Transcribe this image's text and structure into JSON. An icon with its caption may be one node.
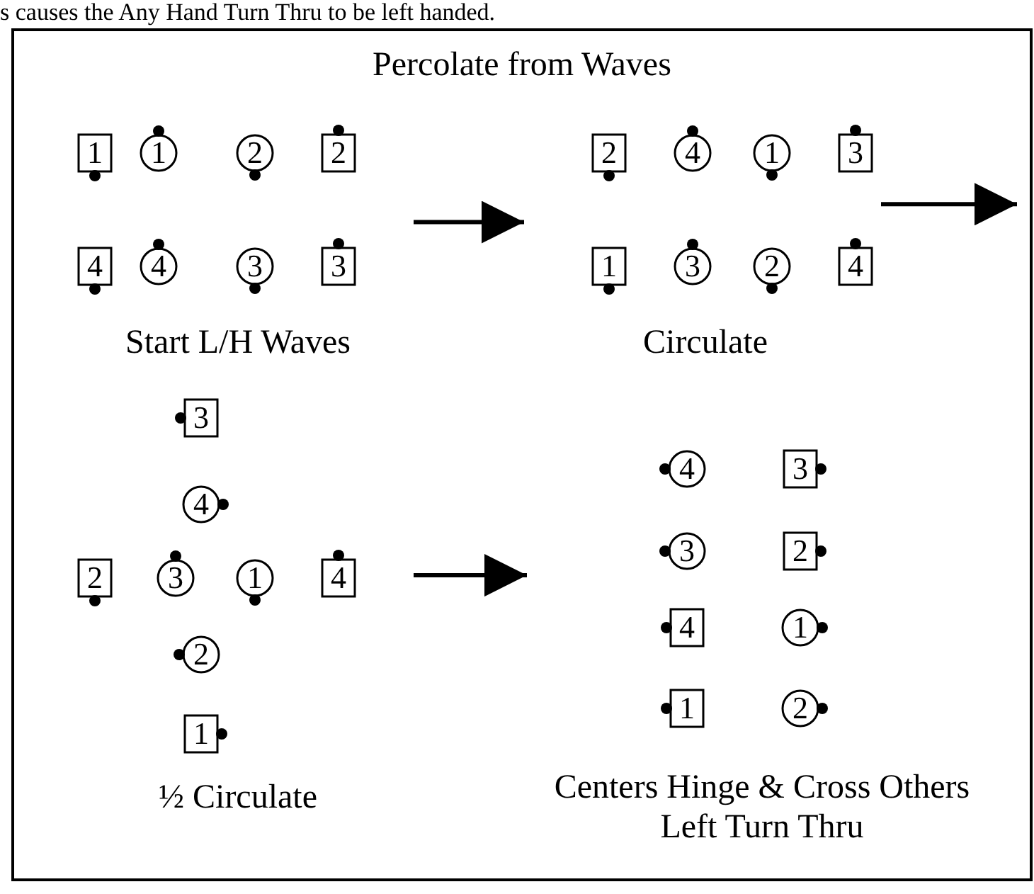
{
  "diagram": {
    "nodes": [
      {
        "text": [
          "Percolate from Waves"
        ]
      },
      {
        "text": [
          "Start L/H Waves"
        ],
        "in": 0
      },
      {
        "text": [
          "1"
        ],
        "in": 1
      },
      {
        "text": [
          "1"
        ],
        "in": 1
      },
      {
        "text": [
          "2"
        ],
        "in": 1
      },
      {
        "text": [
          "2"
        ],
        "in": 1
      },
      {
        "text": [
          "4"
        ],
        "in": 1
      },
      {
        "text": [
          "4"
        ],
        "in": 1
      },
      {
        "text": [
          "3"
        ],
        "in": 1
      },
      {
        "text": [
          "3"
        ],
        "in": 1
      },
      {
        "text": [
          "Circulate"
        ],
        "in": 0
      },
      {
        "text": [
          "2"
        ],
        "in": 10
      },
      {
        "text": [
          "4"
        ],
        "in": 10
      },
      {
        "text": [
          "1"
        ],
        "in": 10
      },
      {
        "text": [
          "3"
        ],
        "in": 10
      },
      {
        "text": [
          "1"
        ],
        "in": 10
      },
      {
        "text": [
          "3"
        ],
        "in": 10
      },
      {
        "text": [
          "2"
        ],
        "in": 10
      },
      {
        "text": [
          "4"
        ],
        "in": 10
      },
      {
        "text": [
          "½ Circulate"
        ],
        "in": 0
      },
      {
        "text": [
          "3"
        ],
        "in": 19
      },
      {
        "text": [
          "4"
        ],
        "in": 19
      },
      {
        "text": [
          "2"
        ],
        "in": 19
      },
      {
        "text": [
          "3"
        ],
        "in": 19
      },
      {
        "text": [
          "1"
        ],
        "in": 19
      },
      {
        "text": [
          "4"
        ],
        "in": 19
      },
      {
        "text": [
          "2"
        ],
        "in": 19
      },
      {
        "text": [
          "1"
        ],
        "in": 19
      },
      {
        "text": [
          "Centers Hinge & Cross Others Left Turn Thru"
        ],
        "in": 0
      },
      {
        "text": [
          "4"
        ],
        "in": 28
      },
      {
        "text": [
          "3"
        ],
        "in": 28
      },
      {
        "text": [
          "3"
        ],
        "in": 28
      },
      {
        "text": [
          "2"
        ],
        "in": 28
      },
      {
        "text": [
          "4"
        ],
        "in": 28
      },
      {
        "text": [
          "1"
        ],
        "in": 28
      },
      {
        "text": [
          "1"
        ],
        "in": 28
      },
      {
        "text": [
          "2"
        ],
        "in": 28
      }
    ],
    "edges": [
      {
        "from": 1,
        "to": 10,
        "arrow": "to"
      },
      {
        "from": 10,
        "to": null,
        "arrow": "to"
      },
      {
        "from": 19,
        "to": 28,
        "arrow": "to"
      }
    ],
    "labels": [
      "s causes the Any Hand Turn Thru to be left handed."
    ]
  }
}
